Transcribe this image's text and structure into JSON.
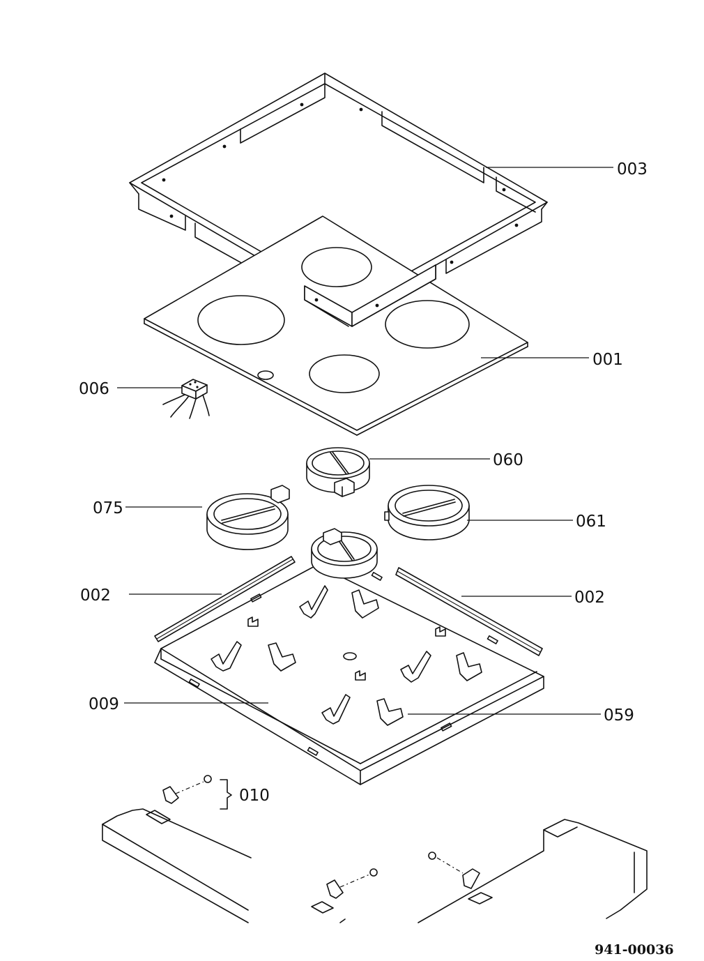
{
  "document_id": "941-00036",
  "callouts": [
    {
      "id": "frame",
      "text": "003"
    },
    {
      "id": "glass-top",
      "text": "001"
    },
    {
      "id": "terminal",
      "text": "006"
    },
    {
      "id": "element-rear",
      "text": "060"
    },
    {
      "id": "element-left",
      "text": "075"
    },
    {
      "id": "element-right",
      "text": "061"
    },
    {
      "id": "rail-left",
      "text": "002"
    },
    {
      "id": "rail-right",
      "text": "002"
    },
    {
      "id": "pan",
      "text": "009"
    },
    {
      "id": "clip",
      "text": "059"
    },
    {
      "id": "screw-bracket",
      "text": "010"
    }
  ]
}
